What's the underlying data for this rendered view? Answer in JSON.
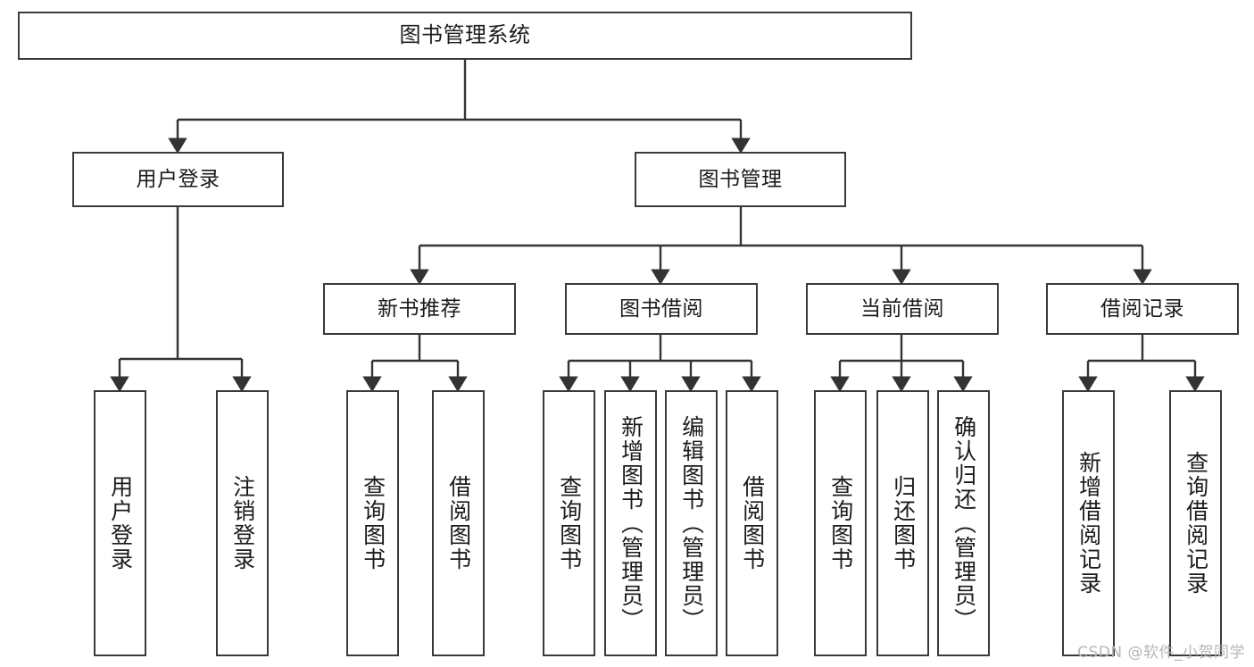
{
  "diagram": {
    "title": "图书管理系统",
    "watermark": "CSDN @软件_小贺同学",
    "colors": {
      "box_border": "#3a3a3a",
      "box_fill": "#ffffff",
      "connector": "#333333",
      "text": "#1b1b1b",
      "watermark": "#b6b6b6",
      "background": "#ffffff"
    },
    "nodes": {
      "root": {
        "label": "图书管理系统"
      },
      "level2": [
        {
          "label": "用户登录"
        },
        {
          "label": "图书管理"
        }
      ],
      "level3": [
        {
          "label": "新书推荐"
        },
        {
          "label": "图书借阅"
        },
        {
          "label": "当前借阅"
        },
        {
          "label": "借阅记录"
        }
      ],
      "leaves": {
        "user_login": [
          {
            "label": "用户登录"
          },
          {
            "label": "注销登录"
          }
        ],
        "new_book_recommend": [
          {
            "label": "查询图书"
          },
          {
            "label": "借阅图书"
          }
        ],
        "book_borrow": [
          {
            "label": "查询图书"
          },
          {
            "label": "新增图书（管理员）"
          },
          {
            "label": "编辑图书（管理员）"
          },
          {
            "label": "借阅图书"
          }
        ],
        "current_borrow": [
          {
            "label": "查询图书"
          },
          {
            "label": "归还图书"
          },
          {
            "label": "确认归还（管理员）"
          }
        ],
        "borrow_record": [
          {
            "label": "新增借阅记录"
          },
          {
            "label": "查询借阅记录"
          }
        ]
      }
    }
  }
}
